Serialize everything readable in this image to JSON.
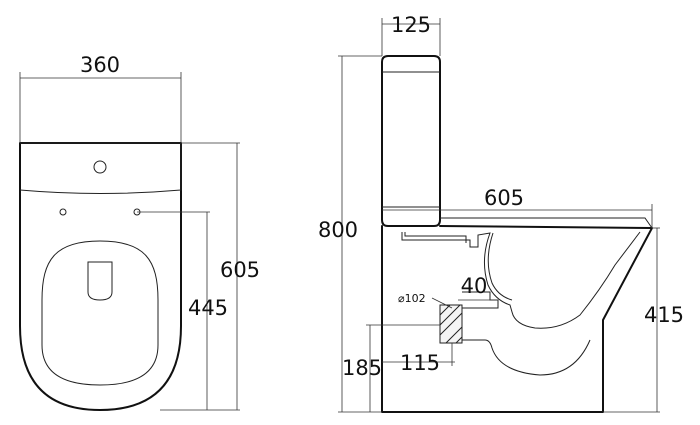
{
  "top_view": {
    "width_label": "360",
    "depth_label": "605",
    "fixing_label": "445"
  },
  "side_view": {
    "tank_depth_label": "125",
    "height_label": "800",
    "length_label": "605",
    "pan_height_label": "415",
    "outlet_offset_label": "40",
    "pipe_dia_label": "⌀102",
    "outlet_center_label": "115",
    "outlet_height_label": "185"
  }
}
